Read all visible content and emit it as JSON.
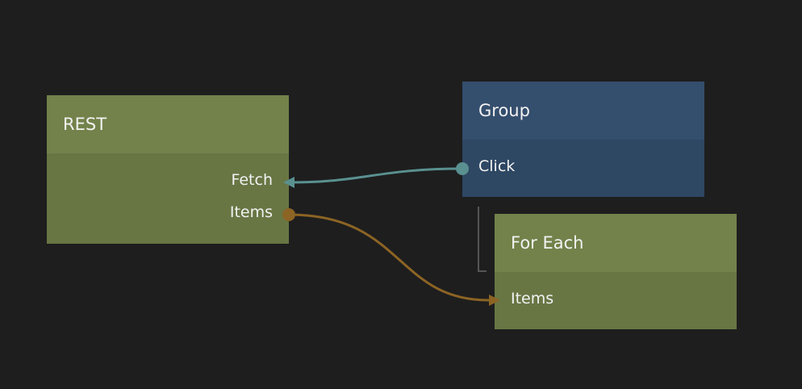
{
  "nodes": {
    "rest": {
      "title": "REST",
      "ports": [
        "Fetch",
        "Items"
      ],
      "color": "#71804a"
    },
    "group": {
      "title": "Group",
      "ports": [
        "Click"
      ],
      "color": "#334e6d"
    },
    "for_each": {
      "title": "For Each",
      "ports": [
        "Items"
      ],
      "color": "#71804a"
    }
  },
  "connections": [
    {
      "from": "Group.Click",
      "to": "REST.Fetch",
      "color": "#5a9090"
    },
    {
      "from": "REST.Items",
      "to": "For Each.Items",
      "color": "#8c6424"
    }
  ]
}
